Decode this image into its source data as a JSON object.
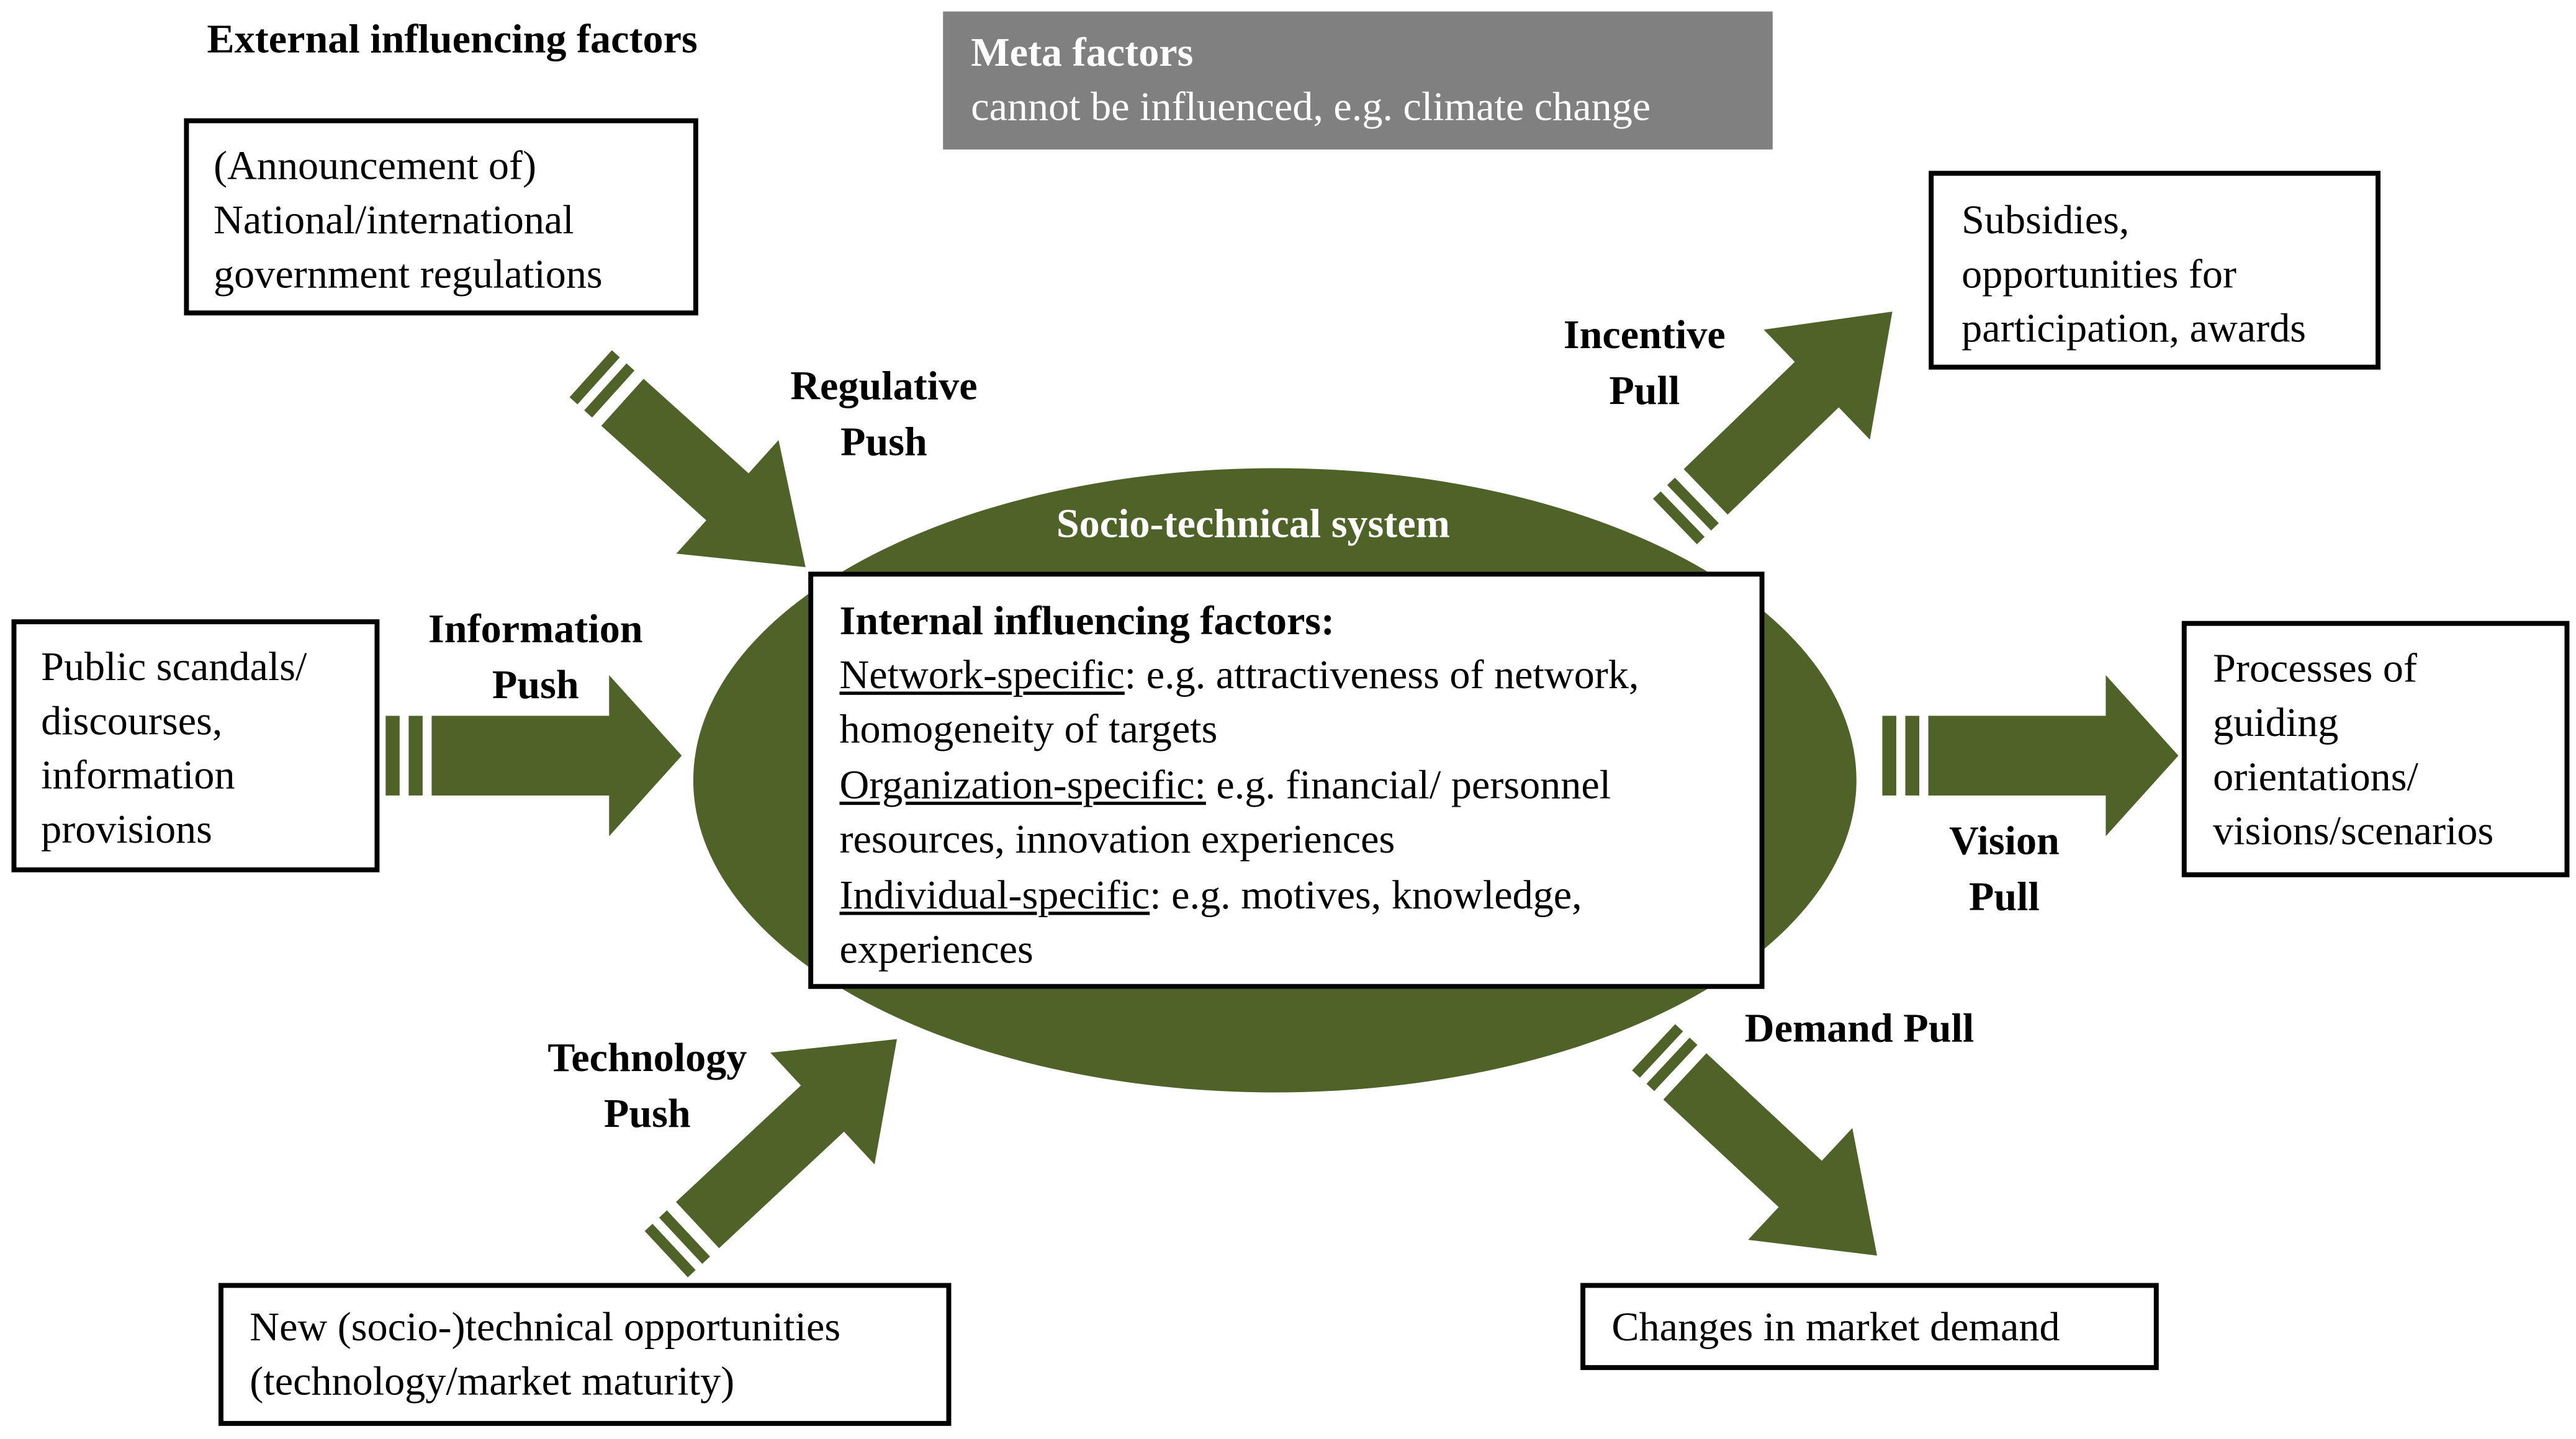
{
  "colors": {
    "arrow": "#4f6228",
    "ellipse": "#4f6228",
    "meta_box": "#808080"
  },
  "header": {
    "external_title": "External influencing factors"
  },
  "meta_box": {
    "title": "Meta factors",
    "text": "cannot be influenced, e.g. climate change"
  },
  "system": {
    "title": "Socio-technical system",
    "internal_title": "Internal influencing factors:",
    "lines": [
      {
        "label": "Network-specific",
        "text": ": e.g. attractiveness of network,"
      },
      {
        "text": "homogeneity of targets"
      },
      {
        "label": "Organization-specific:",
        "text": " e.g. financial/ personnel"
      },
      {
        "text": "resources, innovation experiences"
      },
      {
        "label": "Individual-specific",
        "text": ": e.g. motives, knowledge,"
      },
      {
        "text": "experiences"
      }
    ]
  },
  "boxes": {
    "regulations": [
      "(Announcement of)",
      "National/international",
      "government regulations"
    ],
    "public": [
      "Public scandals/",
      "discourses,",
      "information",
      "provisions"
    ],
    "technology": [
      "New (socio-)technical opportunities",
      "(technology/market maturity)"
    ],
    "subsidies": [
      "Subsidies,",
      "opportunities for",
      "participation, awards"
    ],
    "processes": [
      "Processes of",
      "guiding",
      "orientations/",
      "visions/scenarios"
    ],
    "market": [
      "Changes in market demand"
    ]
  },
  "arrows": {
    "regulative": [
      "Regulative",
      "Push"
    ],
    "information": [
      "Information",
      "Push"
    ],
    "technology": [
      "Technology",
      "Push"
    ],
    "incentive": [
      "Incentive",
      "Pull"
    ],
    "vision": [
      "Vision",
      "Pull"
    ],
    "demand": [
      "Demand Pull"
    ]
  }
}
